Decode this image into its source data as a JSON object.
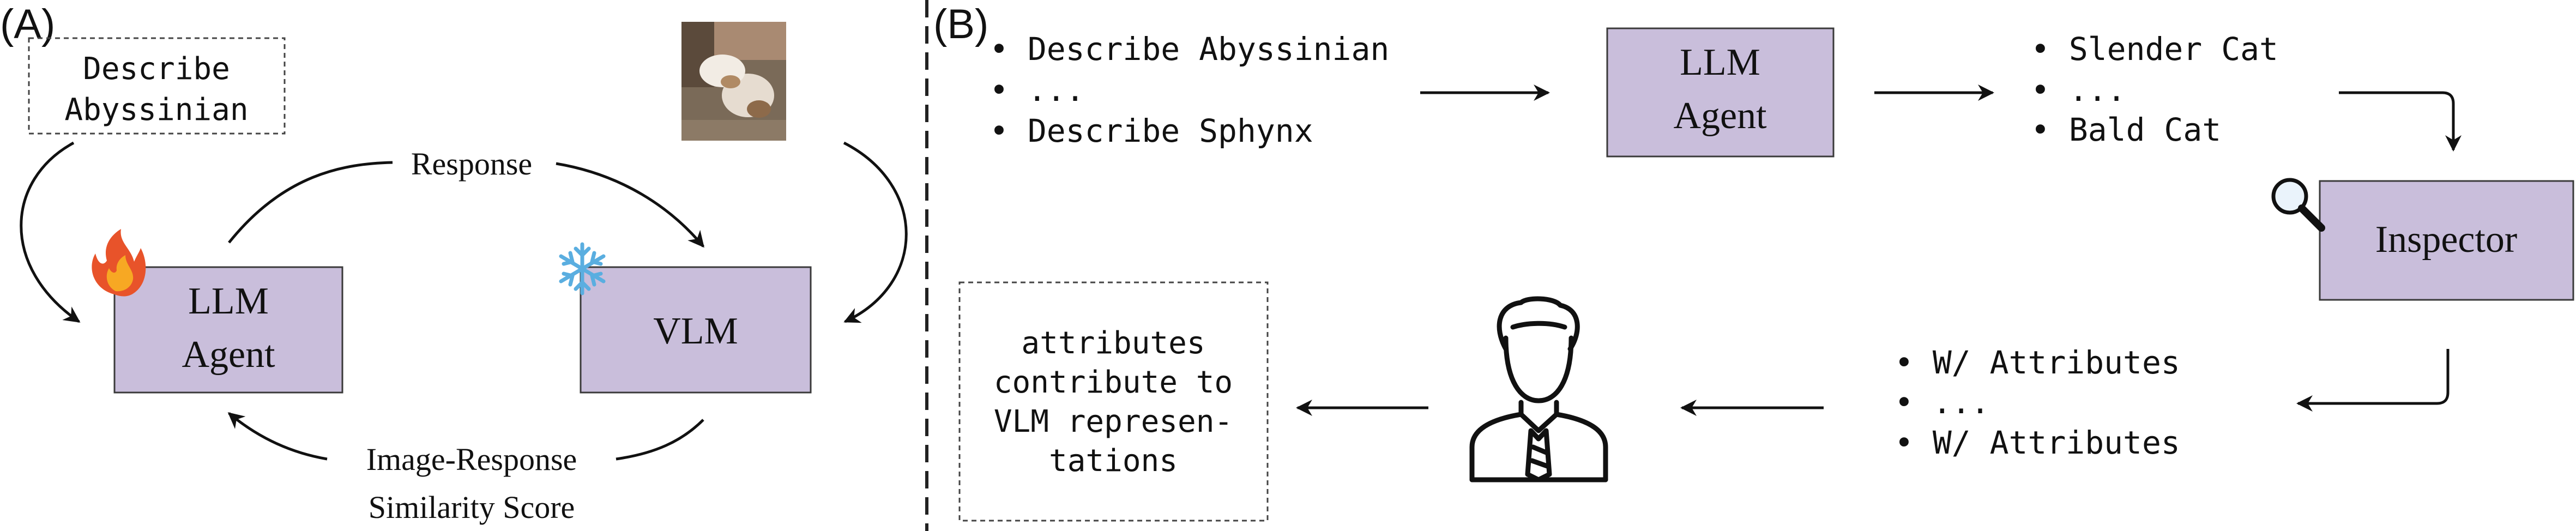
{
  "colors": {
    "box_fill": "#c9bedb",
    "box_stroke": "#3a3a3a",
    "ink": "#111111",
    "dash": "#333333"
  },
  "panel_a": {
    "label": "(A)",
    "prompt_lines": [
      "Describe",
      "Abyssinian"
    ],
    "llm_agent_lines": [
      "LLM",
      "Agent"
    ],
    "vlm_label": "VLM",
    "response_label": "Response",
    "score_lines": [
      "Image-Response",
      "Similarity Score"
    ],
    "icons": [
      "fire-icon",
      "snowflake-icon",
      "cat-photo"
    ]
  },
  "panel_b": {
    "label": "(B)",
    "prompts": [
      "• Describe Abyssinian",
      "• ...",
      "• Describe Sphynx"
    ],
    "llm_agent_lines": [
      "LLM",
      "Agent"
    ],
    "outputs": [
      "• Slender Cat",
      "• ...",
      "• Bald Cat"
    ],
    "inspector_label": "Inspector",
    "attributes": [
      "• W/ Attributes",
      "• ...",
      "• W/ Attributes"
    ],
    "result_lines": [
      "attributes",
      "contribute to",
      "VLM represen-",
      "tations"
    ],
    "icons": [
      "magnifier-icon",
      "person-icon"
    ]
  }
}
